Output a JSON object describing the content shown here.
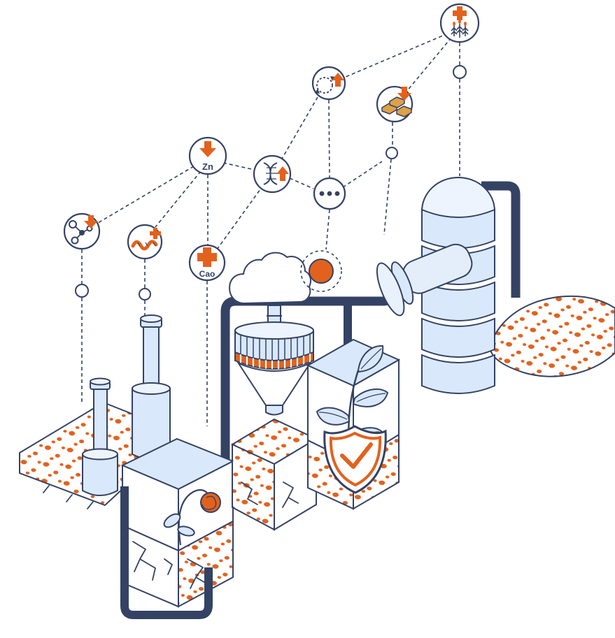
{
  "illustration": {
    "meta": {
      "type": "isometric-illustration",
      "subject": "soil enrichment and fertilizer production process"
    },
    "colors": {
      "navy": "#344264",
      "orange": "#e2621d",
      "light_blue": "#d9e8fa",
      "pale_blue": "#edf4fd",
      "white": "#ffffff",
      "gold": "#dfa046"
    },
    "nodes": [
      {
        "id": "wheat-plus",
        "icon": "wheat-plus-icon",
        "label": ""
      },
      {
        "id": "cycle-up",
        "icon": "cycle-arrows-up-icon",
        "label": ""
      },
      {
        "id": "gold-down",
        "icon": "gold-ingots-down-icon",
        "label": ""
      },
      {
        "id": "zinc-down",
        "icon": "down-arrow-icon",
        "label": "Zn"
      },
      {
        "id": "dna-up",
        "icon": "dna-helix-up-icon",
        "label": ""
      },
      {
        "id": "more",
        "icon": "ellipsis-icon",
        "label": ""
      },
      {
        "id": "molecule-down",
        "icon": "molecule-down-icon",
        "label": ""
      },
      {
        "id": "worm-plus",
        "icon": "worm-plus-icon",
        "label": ""
      },
      {
        "id": "calcium-plus",
        "icon": "plus-icon",
        "label": "Cao"
      }
    ],
    "scene": {
      "elements": [
        "connection-network",
        "storage-tank",
        "tank-pipe",
        "main-pipe",
        "hopper-funnel",
        "feed-pipe",
        "water-drop",
        "cloud",
        "sun",
        "factory-chimneys",
        "left-ground-pebbles",
        "right-ground-pebbles",
        "flower-box",
        "wilted-flower",
        "cracked-soil-block",
        "hopper-soil-block",
        "plant-soil-block",
        "plant-box",
        "plant-sprout",
        "shield-check",
        "frame-pipe",
        "horizontal-cylinder",
        "flange-discs"
      ]
    }
  }
}
